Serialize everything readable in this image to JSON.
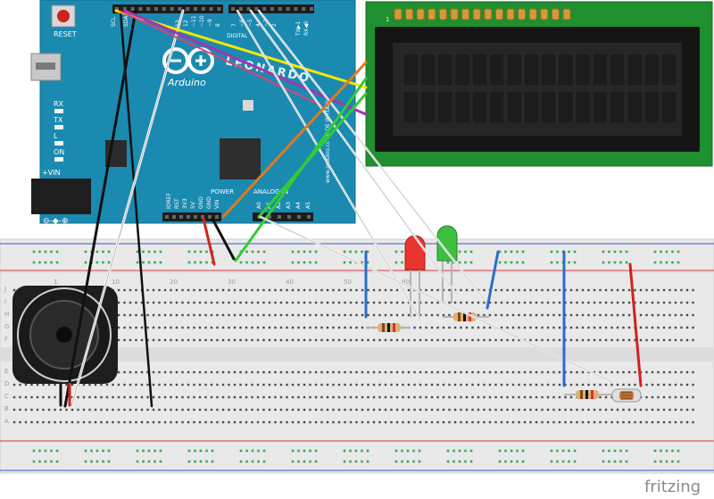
{
  "arduino": {
    "brand": "Arduino",
    "model": "LEONARDO",
    "reset_label": "RESET",
    "vin_label": "+VIN",
    "leds": [
      "RX",
      "TX",
      "L",
      "ON"
    ],
    "header_labels": {
      "scl": "SCL",
      "sda": "SDA",
      "digital": "DIGITAL",
      "power": "POWER",
      "analog": "ANALOG IN",
      "tx": "TX▶1",
      "rx": "RX◀0",
      "aref": "AREF",
      "gnd": "GND"
    },
    "digital_pins": [
      "13",
      "12",
      "~11",
      "~10",
      "~9",
      "8",
      "7",
      "~6",
      "~5",
      "4",
      "~3",
      "2"
    ],
    "power_pins": [
      "IOREF",
      "RST",
      "3V3",
      "5V",
      "GND",
      "GND",
      "VIN"
    ],
    "analog_pins": [
      "A0",
      "A1",
      "A2",
      "A3",
      "A4",
      "A5"
    ],
    "side_text": "www.arduino.cc MADE IN ITALY"
  },
  "lcd": {
    "pin1_label": "1",
    "pin_count": 16,
    "columns": 16,
    "rows": 2
  },
  "breadboard": {
    "column_numbers": [
      "1",
      "10",
      "20",
      "30",
      "40",
      "50",
      "60"
    ],
    "row_letters_top": [
      "J",
      "I",
      "H",
      "G",
      "F"
    ],
    "row_letters_bottom": [
      "E",
      "D",
      "C",
      "B",
      "A"
    ]
  },
  "components": {
    "leds": [
      {
        "color": "red",
        "hex": "#e8352f"
      },
      {
        "color": "green",
        "hex": "#3fbf3f"
      }
    ],
    "resistor_count": 3,
    "speaker": "speaker",
    "photoresistor": "photocell"
  },
  "colors": {
    "board_blue": "#1a8ab0",
    "lcd_pcb": "#1f8f2f",
    "breadboard": "#e6e6e6",
    "wire_yellow": "#f5e800",
    "wire_purple": "#a336b0",
    "wire_orange": "#e07a1f",
    "wire_green": "#33cc33",
    "wire_white": "#f4f4f4",
    "wire_black": "#111111",
    "wire_red": "#d42020",
    "wire_blue": "#2a6fc4",
    "wire_pink": "#e0407a"
  },
  "watermark": "fritzing"
}
